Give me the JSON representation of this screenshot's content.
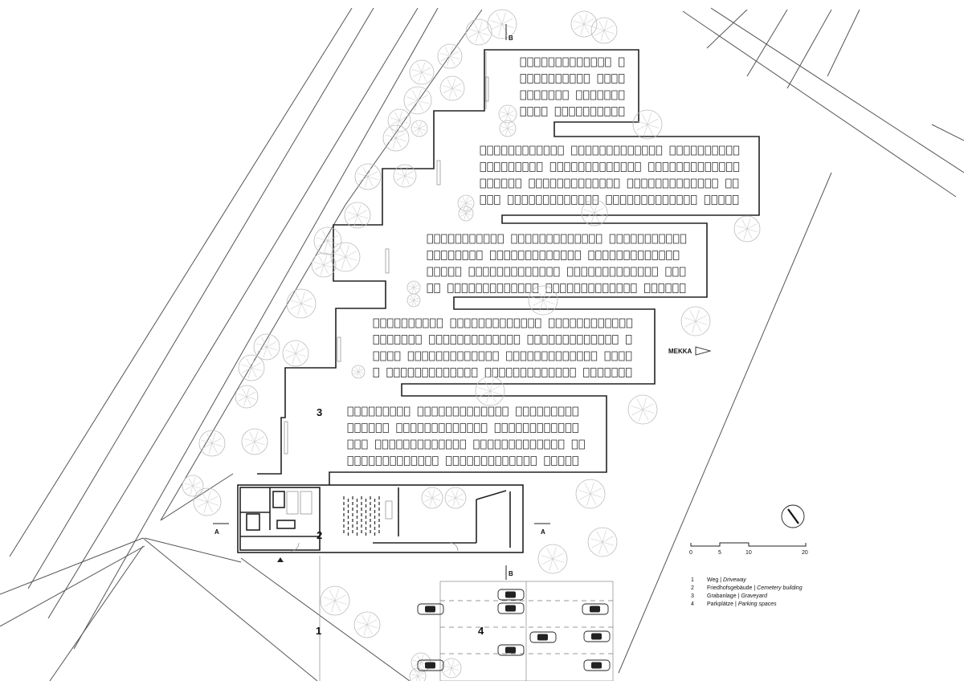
{
  "labels": {
    "area_1": "1",
    "area_2": "2",
    "area_3": "3",
    "area_4": "4",
    "section_a_left": "A",
    "section_a_right": "A",
    "section_b_top": "B",
    "section_b_bottom": "B",
    "mekka": "MEKKA"
  },
  "scale_bar": {
    "ticks": [
      "0",
      "5",
      "10",
      "20"
    ]
  },
  "legend": [
    {
      "num": "1",
      "de": "Weg",
      "sep": "|",
      "en": "Driveway"
    },
    {
      "num": "2",
      "de": "Friedhofsgebäude",
      "sep": "|",
      "en": "Cemetery building"
    },
    {
      "num": "3",
      "de": "Grabanlage",
      "sep": "|",
      "en": "Graveyard"
    },
    {
      "num": "4",
      "de": "Parkplätze",
      "sep": "|",
      "en": "Parking spaces"
    }
  ],
  "icons": {
    "north_arrow": "north-arrow-icon",
    "mekka_arrow": "direction-arrow-icon",
    "tree": "tree-icon",
    "car": "car-icon",
    "grave": "grave-plot-icon"
  },
  "colors": {
    "ink": "#222222",
    "line": "#555555",
    "tree": "#bbbbbb",
    "paper": "#ffffff"
  }
}
